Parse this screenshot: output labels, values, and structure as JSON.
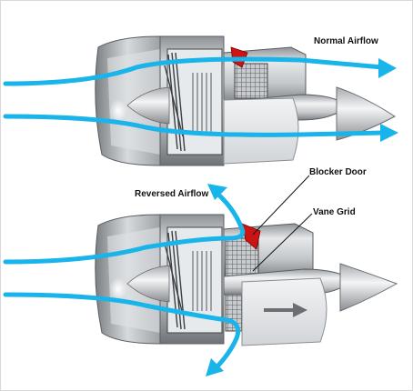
{
  "labels": {
    "normal_airflow": "Normal Airflow",
    "reversed_airflow": "Reversed Airflow",
    "blocker_door": "Blocker Door",
    "vane_grid": "Vane Grid"
  },
  "colors": {
    "airflow": "#19b4ea",
    "blocker_door": "#cc1414",
    "nacelle": "#b8bcc0",
    "background": "#ffffff"
  },
  "icons": {
    "flow_direction": "arrow-right-icon"
  }
}
